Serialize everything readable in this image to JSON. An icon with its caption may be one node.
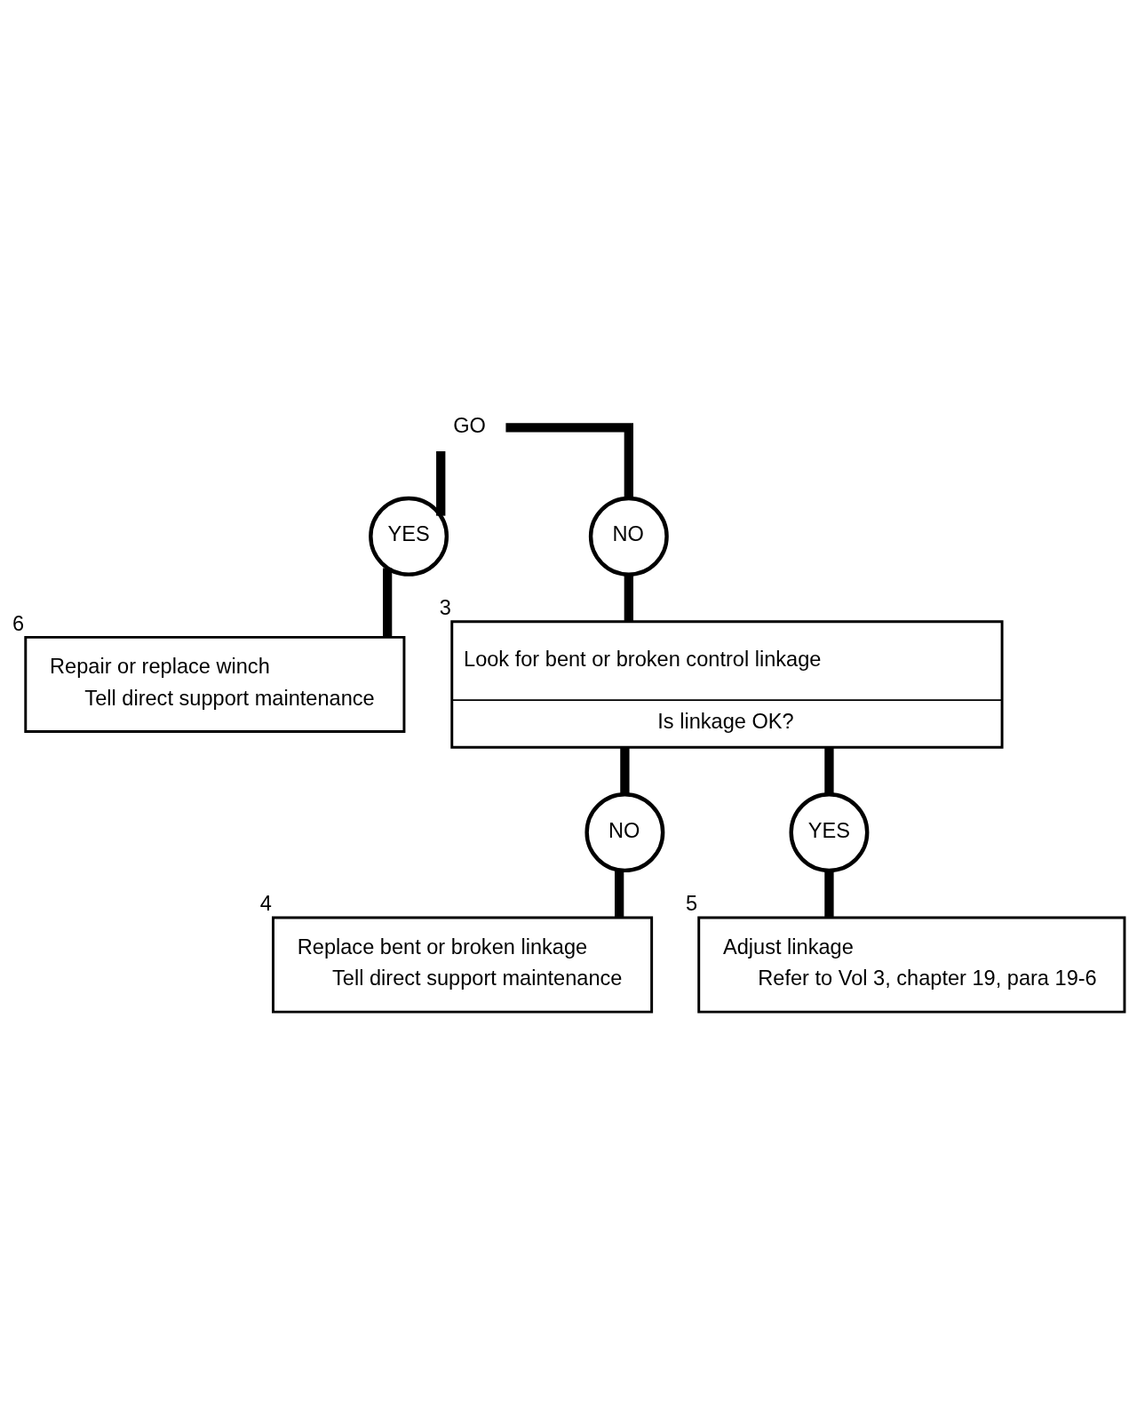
{
  "diagram": {
    "nodes": [
      {
        "text": [
          "GO"
        ]
      },
      {
        "text": [
          "YES"
        ]
      },
      {
        "text": [
          "NO"
        ]
      },
      {
        "text": [
          "Look for bent or broken control linkage",
          "Is linkage OK?"
        ],
        "beside": [
          "3"
        ]
      },
      {
        "text": [
          "NO"
        ]
      },
      {
        "text": [
          "Replace bent or broken linkage",
          "Tell direct support maintenance"
        ],
        "beside": [
          "4"
        ]
      },
      {
        "text": [
          "YES"
        ]
      },
      {
        "text": [
          "Adjust linkage",
          "Refer to Vol 3, chapter 19, para 19-6"
        ],
        "beside": [
          "5"
        ]
      },
      {
        "text": [
          "Repair or replace winch",
          "Tell direct support maintenance"
        ],
        "beside": [
          "6"
        ]
      }
    ],
    "edges": [
      {
        "from": 0,
        "to": 1,
        "arrow": "none"
      },
      {
        "from": 0,
        "to": 2,
        "arrow": "none"
      },
      {
        "from": 2,
        "to": 3,
        "arrow": "none"
      },
      {
        "from": 3,
        "to": 4,
        "arrow": "none"
      },
      {
        "from": 3,
        "to": 6,
        "arrow": "none"
      },
      {
        "from": 4,
        "to": 5,
        "arrow": "none"
      },
      {
        "from": 6,
        "to": 7,
        "arrow": "none"
      },
      {
        "from": 1,
        "to": 8,
        "arrow": "none"
      }
    ]
  }
}
